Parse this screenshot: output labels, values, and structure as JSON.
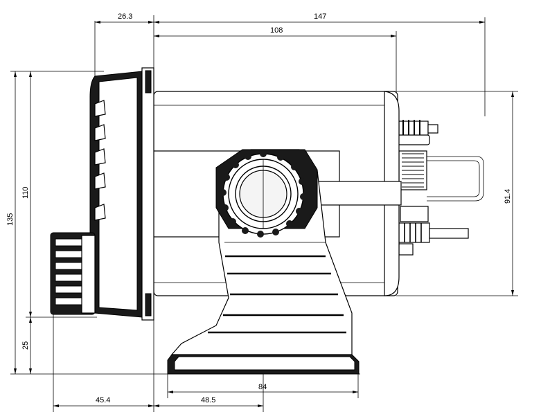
{
  "dimensions": {
    "top_left_width": "26.3",
    "overall_depth": "147",
    "body_depth": "108",
    "overall_height": "135",
    "front_height": "110",
    "base_offset": "25",
    "rear_height": "91.4",
    "knob_offset": "45.4",
    "bracket_offset": "48.5",
    "bracket_width": "84"
  },
  "colors": {
    "line": "#000000",
    "background": "#ffffff",
    "dark_fill": "#1a1a1a",
    "light_fill": "#e9e9e9"
  }
}
